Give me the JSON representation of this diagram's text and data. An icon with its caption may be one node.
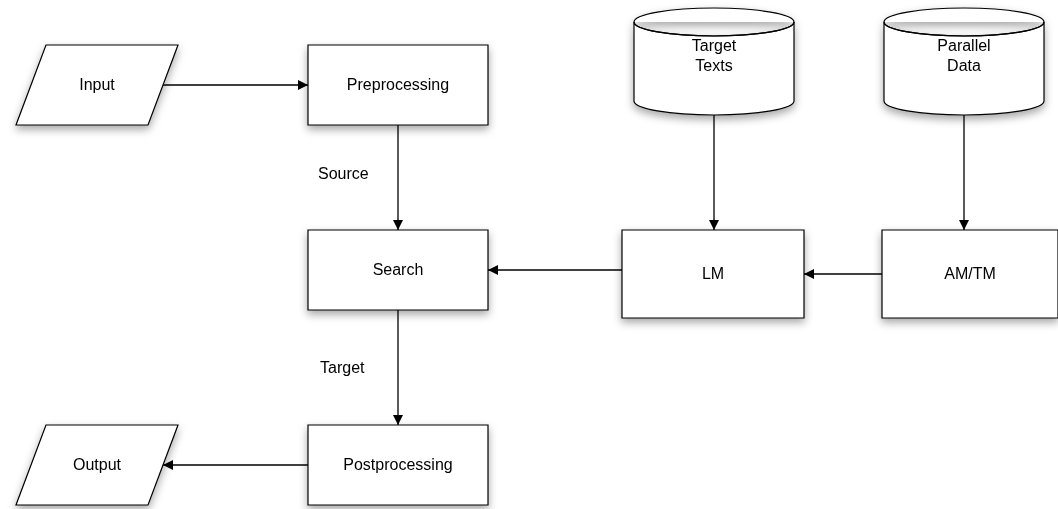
{
  "diagram": {
    "nodes": [
      {
        "text": [
          "Input"
        ]
      },
      {
        "text": [
          "Preprocessing"
        ]
      },
      {
        "text": [
          "Target Texts"
        ]
      },
      {
        "text": [
          "Parallel Data"
        ]
      },
      {
        "text": [
          "Search"
        ]
      },
      {
        "text": [
          "LM"
        ]
      },
      {
        "text": [
          "AM/TM"
        ]
      },
      {
        "text": [
          "Output"
        ]
      },
      {
        "text": [
          "Postprocessing"
        ]
      }
    ],
    "edges": [
      {
        "from": 0,
        "to": 1,
        "arrow": "to"
      },
      {
        "from": 1,
        "to": 4,
        "arrow": "to",
        "label": "Source"
      },
      {
        "from": 2,
        "to": 5,
        "arrow": "to"
      },
      {
        "from": 3,
        "to": 6,
        "arrow": "to"
      },
      {
        "from": 5,
        "to": 4,
        "arrow": "to"
      },
      {
        "from": 6,
        "to": 5,
        "arrow": "to"
      },
      {
        "from": 4,
        "to": 8,
        "arrow": "to",
        "label": "Target"
      },
      {
        "from": 8,
        "to": 7,
        "arrow": "to"
      }
    ]
  }
}
